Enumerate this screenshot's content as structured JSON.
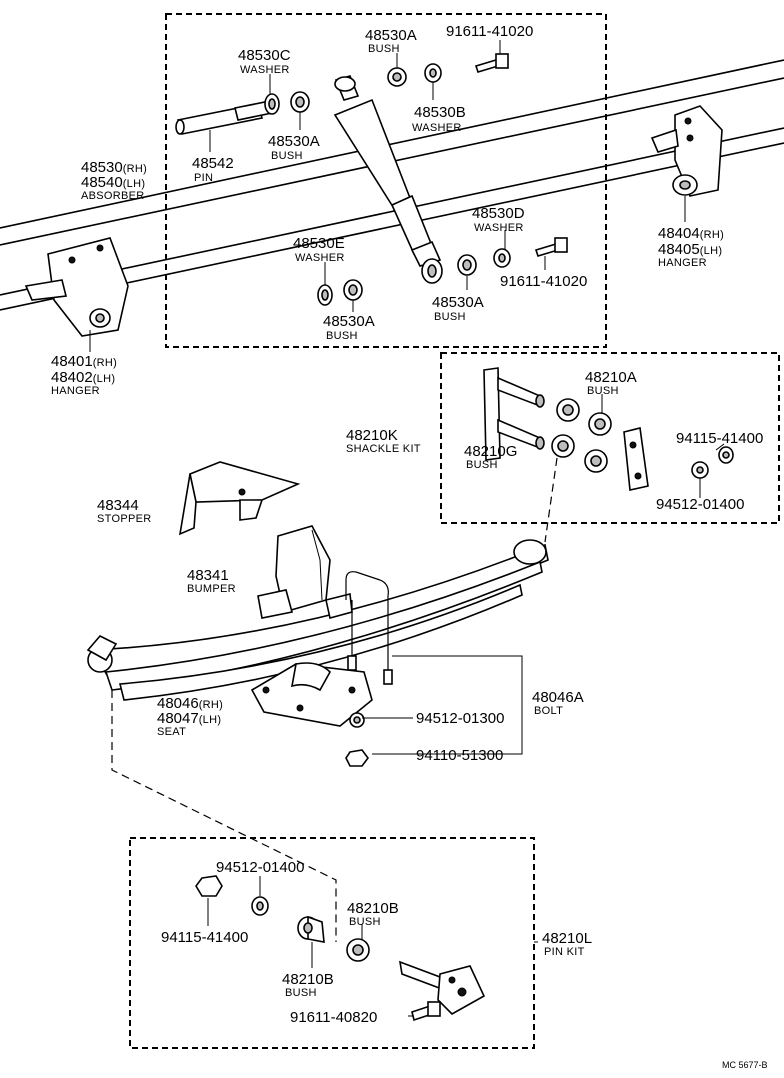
{
  "parts": {
    "p48530C": {
      "number": "48530C",
      "desc": "WASHER"
    },
    "p48530A_top": {
      "number": "48530A",
      "desc": "BUSH"
    },
    "p91611_41020_top": {
      "number": "91611-41020"
    },
    "p48530B": {
      "number": "48530B",
      "desc": "WASHER"
    },
    "p48542": {
      "number": "48542",
      "desc": "PIN"
    },
    "p48530A_mid": {
      "number": "48530A",
      "desc": "BUSH"
    },
    "absorber": {
      "number_rh": "48530",
      "rh": "(RH)",
      "number_lh": "48540",
      "lh": "(LH)",
      "desc": "ABSORBER"
    },
    "p48530D": {
      "number": "48530D",
      "desc": "WASHER"
    },
    "p48530E": {
      "number": "48530E",
      "desc": "WASHER"
    },
    "p91611_41020_bot": {
      "number": "91611-41020"
    },
    "p48530A_bot1": {
      "number": "48530A",
      "desc": "BUSH"
    },
    "p48530A_bot2": {
      "number": "48530A",
      "desc": "BUSH"
    },
    "hanger_rear": {
      "number_rh": "48404",
      "rh": "(RH)",
      "number_lh": "48405",
      "lh": "(LH)",
      "desc": "HANGER"
    },
    "hanger_front": {
      "number_rh": "48401",
      "rh": "(RH)",
      "number_lh": "48402",
      "lh": "(LH)",
      "desc": "HANGER"
    },
    "p48210A": {
      "number": "48210A",
      "desc": "BUSH"
    },
    "shackle_kit": {
      "number": "48210K",
      "desc": "SHACKLE KIT"
    },
    "p48210G": {
      "number": "48210G",
      "desc": "BUSH"
    },
    "p94115_41400_top": {
      "number": "94115-41400"
    },
    "p94512_01400_top": {
      "number": "94512-01400"
    },
    "stopper": {
      "number": "48344",
      "desc": "STOPPER"
    },
    "bumper": {
      "number": "48341",
      "desc": "BUMPER"
    },
    "bolt": {
      "number": "48046A",
      "desc": "BOLT"
    },
    "seat": {
      "number_rh": "48046",
      "rh": "(RH)",
      "number_lh": "48047",
      "lh": "(LH)",
      "desc": "SEAT"
    },
    "p94512_01300": {
      "number": "94512-01300"
    },
    "p94110_51300": {
      "number": "94110-51300"
    },
    "p94512_01400_bot": {
      "number": "94512-01400"
    },
    "p94115_41400_bot": {
      "number": "94115-41400"
    },
    "p48210B_1": {
      "number": "48210B",
      "desc": "BUSH"
    },
    "p48210B_2": {
      "number": "48210B",
      "desc": "BUSH"
    },
    "pin_kit": {
      "number": "48210L",
      "desc": "PIN KIT"
    },
    "p91611_40820": {
      "number": "91611-40820"
    }
  },
  "footer": {
    "code": "MC 5677-B"
  }
}
